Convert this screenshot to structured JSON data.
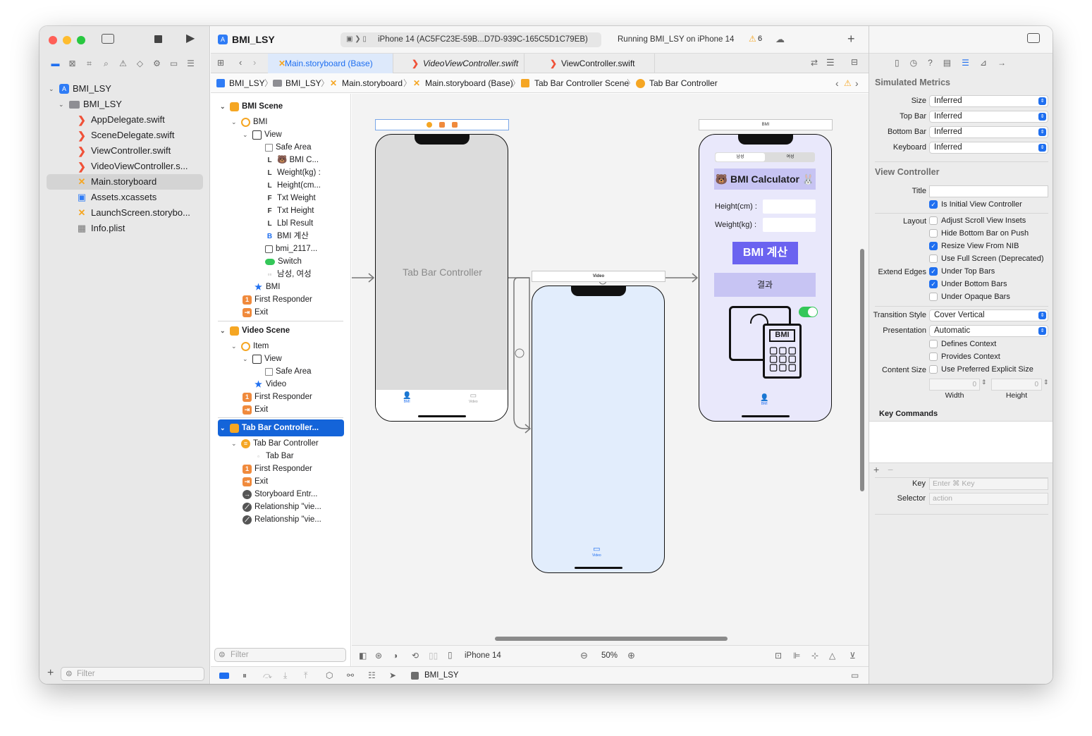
{
  "project": {
    "name": "BMI_LSY"
  },
  "toolbar": {
    "device": "iPhone 14 (AC5FC23E-59B...D7D-939C-165C5D1C79EB)",
    "status": "Running BMI_LSY on iPhone 14",
    "warning_count": "6"
  },
  "navigator": {
    "root": "BMI_LSY",
    "group": "BMI_LSY",
    "files": [
      "AppDelegate.swift",
      "SceneDelegate.swift",
      "ViewController.swift",
      "VideoViewController.s...",
      "Main.storyboard",
      "Assets.xcassets",
      "LaunchScreen.storybo...",
      "Info.plist"
    ],
    "filter_placeholder": "Filter"
  },
  "tabs": [
    "Main.storyboard (Base)",
    "VideoViewController.swift",
    "ViewController.swift"
  ],
  "jumpbar": [
    "BMI_LSY",
    "BMI_LSY",
    "Main.storyboard",
    "Main.storyboard (Base)",
    "Tab Bar Controller Scene",
    "Tab Bar Controller"
  ],
  "outline": {
    "bmi_scene": "BMI Scene",
    "bmi": "BMI",
    "view": "View",
    "safe_area": "Safe Area",
    "bmi_c": "🐻 BMI C...",
    "weight_lbl": "Weight(kg) :",
    "height_lbl": "Height(cm...",
    "txt_weight": "Txt Weight",
    "txt_height": "Txt Height",
    "lbl_result": "Lbl Result",
    "bmi_calc": "BMI 계산",
    "bmi_img": "bmi_2117...",
    "switch": "Switch",
    "segment": "남성, 여성",
    "bmi_item": "BMI",
    "first_responder": "First Responder",
    "exit": "Exit",
    "video_scene": "Video Scene",
    "item": "Item",
    "video_view": "View",
    "video_safe": "Safe Area",
    "video_item": "Video",
    "video_fr": "First Responder",
    "video_exit": "Exit",
    "tab_scene": "Tab Bar Controller...",
    "tab_ctrl": "Tab Bar Controller",
    "tab_bar": "Tab Bar",
    "tab_fr": "First Responder",
    "tab_exit": "Exit",
    "entry": "Storyboard Entr...",
    "rel1": "Relationship \"vie...",
    "rel2": "Relationship \"vie...",
    "filter_placeholder": "Filter"
  },
  "canvas": {
    "tab_controller_label": "Tab Bar Controller",
    "tab_bmi": "BMI",
    "tab_video": "Video",
    "video_scene_title": "Video",
    "bmi_scene_title": "BMI",
    "seg_male": "남성",
    "seg_female": "여성",
    "calc_title": "🐻 BMI Calculator 🐰",
    "height_label": "Height(cm) :",
    "weight_label": "Weight(kg) :",
    "calc_button": "BMI 계산",
    "result_label": "결과",
    "bmi_badge": "BMI",
    "device": "iPhone 14",
    "zoom": "50%"
  },
  "statusbar": {
    "target": "BMI_LSY"
  },
  "inspector": {
    "simulated_metrics": "Simulated Metrics",
    "size_label": "Size",
    "size_value": "Inferred",
    "topbar_label": "Top Bar",
    "topbar_value": "Inferred",
    "bottombar_label": "Bottom Bar",
    "bottombar_value": "Inferred",
    "keyboard_label": "Keyboard",
    "keyboard_value": "Inferred",
    "view_controller": "View Controller",
    "title_label": "Title",
    "initial_vc": "Is Initial View Controller",
    "layout_label": "Layout",
    "adjust_scroll": "Adjust Scroll View Insets",
    "hide_bottom": "Hide Bottom Bar on Push",
    "resize_nib": "Resize View From NIB",
    "full_screen": "Use Full Screen (Deprecated)",
    "extend_edges": "Extend Edges",
    "under_top": "Under Top Bars",
    "under_bottom": "Under Bottom Bars",
    "under_opaque": "Under Opaque Bars",
    "transition_label": "Transition Style",
    "transition_value": "Cover Vertical",
    "presentation_label": "Presentation",
    "presentation_value": "Automatic",
    "defines_context": "Defines Context",
    "provides_context": "Provides Context",
    "content_size_label": "Content Size",
    "preferred_size": "Use Preferred Explicit Size",
    "width_value": "0",
    "height_value": "0",
    "width_label": "Width",
    "height_label": "Height",
    "key_commands": "Key Commands",
    "key_label": "Key",
    "key_placeholder": "Enter ⌘ Key",
    "selector_label": "Selector",
    "selector_placeholder": "action"
  },
  "colors": {
    "accent": "#1f6ff0",
    "swift": "#f05138",
    "storyboard": "#f5a623",
    "bmi_button": "#6b63f0",
    "bmi_bg": "#e6e6fb"
  }
}
